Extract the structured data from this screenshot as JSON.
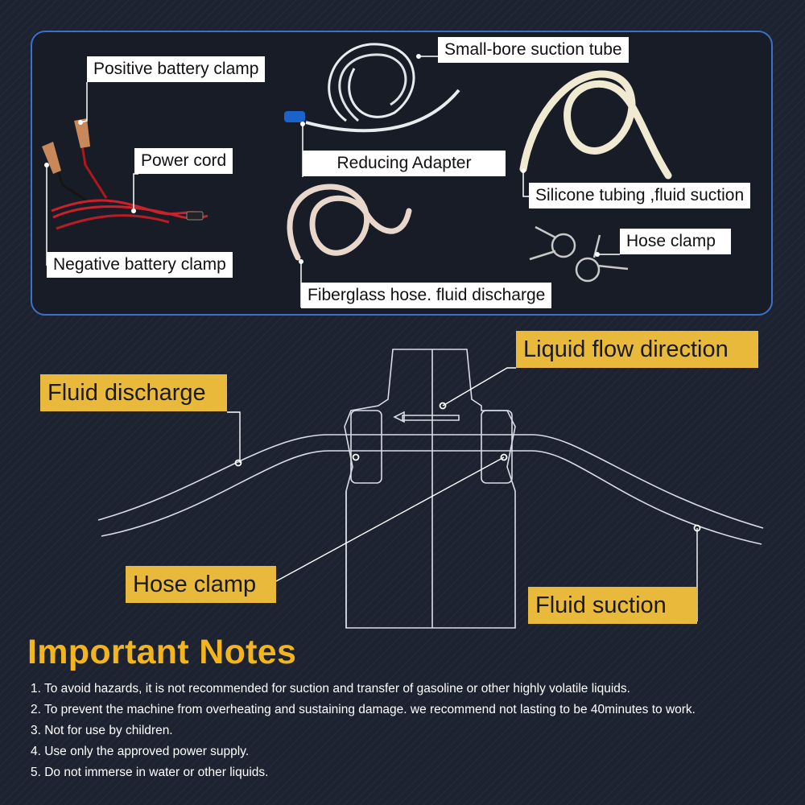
{
  "parts_panel": {
    "labels": {
      "positive_clamp": "Positive battery clamp",
      "small_bore_tube": "Small-bore suction tube",
      "power_cord": "Power cord",
      "reducing_adapter": "Reducing Adapter",
      "silicone_tubing": "Silicone tubing ,fluid suction",
      "hose_clamp": "Hose clamp",
      "negative_clamp": "Negative battery clamp",
      "fiberglass_hose": "Fiberglass hose. fluid discharge"
    }
  },
  "diagram": {
    "labels": {
      "liquid_flow": "Liquid flow direction",
      "fluid_discharge": "Fluid discharge",
      "hose_clamp": "Hose clamp",
      "fluid_suction": "Fluid suction"
    }
  },
  "notes": {
    "title": "Important Notes",
    "items": [
      "1. To avoid hazards, it is not recommended for suction and transfer of gasoline or other highly volatile liquids.",
      "2. To prevent the machine from overheating and sustaining damage. we recommend not lasting to be 40minutes to work.",
      "3. Not for use by children.",
      "4. Use only the approved power supply.",
      "5. Do not immerse in water or other liquids."
    ]
  },
  "colors": {
    "background": "#1c2230",
    "panel_border": "#3a72c8",
    "callout_fill": "#e8b93a",
    "title": "#f2b51e"
  }
}
